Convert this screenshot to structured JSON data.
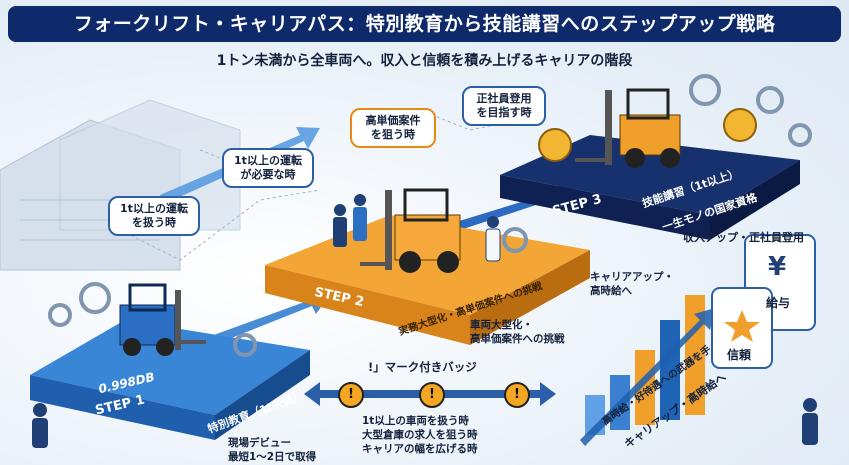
{
  "header": {
    "title": "フォークリフト・キャリアパス：特別教育から技能講習へのステップアップ戦略",
    "subtitle": "1トン未満から全車両へ。収入と信頼を積み上げるキャリアの階段"
  },
  "bubbles": {
    "b1": "1t以上の運転\nを扱う時",
    "b2": "1t以上の運転\nが必要な時",
    "b3": "高単価案件\nを狙う時",
    "b4": "正社員登用\nを目指す時"
  },
  "step1": {
    "number": "0.998DB",
    "label": "STEP 1",
    "platform_text": "特別教育（1t未満）",
    "caption_line1": "現場デビュー",
    "caption_line2": "最短1〜2日で取得"
  },
  "step2": {
    "label": "STEP 2",
    "platform_text": "実務大型化・高単価案件への挑戦",
    "caption_line1": "車両大型化・",
    "caption_line2": "高単価案件への挑戦"
  },
  "step3": {
    "label": "STEP 3",
    "platform_text1": "技能講習（1t以上）",
    "platform_text2": "一生モノの国家資格",
    "caption": "収入アップ・正社員登用"
  },
  "badge": {
    "title": "!」マーク付きバッジ",
    "symbol": "!",
    "line1": "1t以上の車両を扱う時",
    "line2": "大型倉庫の求人を狙う時",
    "line3": "キャリアの幅を広げる時"
  },
  "right_panel": {
    "career_caption_line1": "キャリアアップ・",
    "career_caption_line2": "高時給へ",
    "card_pay": "給与",
    "card_trust": "信頼",
    "yen": "¥",
    "diag_line1": "高時給・好待遇への武器を手",
    "diag_line2": "キャリアップ・高時給へ"
  },
  "colors": {
    "navy": "#0f2a6b",
    "blue": "#1f63b5",
    "orange": "#f0a02a",
    "dark_navy": "#15306e"
  }
}
